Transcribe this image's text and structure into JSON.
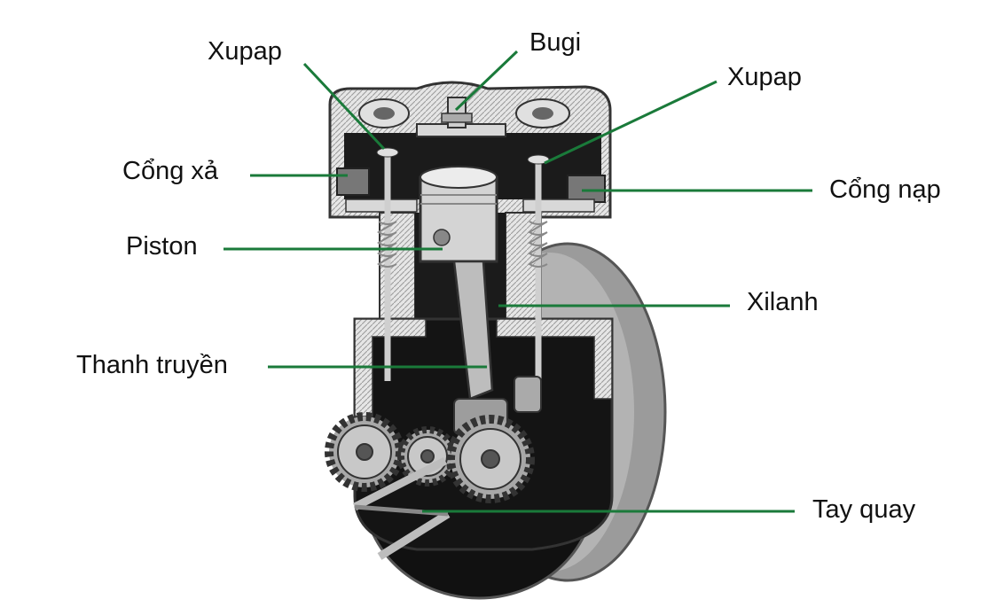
{
  "labels": {
    "xupap_left": "Xupap",
    "bugi": "Bugi",
    "xupap_right": "Xupap",
    "cong_xa": "Cổng xả",
    "cong_nap": "Cổng nạp",
    "piston": "Piston",
    "xilanh": "Xilanh",
    "thanh_truyen": "Thanh truyền",
    "tay_quay": "Tay quay"
  },
  "colors": {
    "leader_line": "#1a7a3a",
    "body_dark": "#141414",
    "metal_light": "#d9d9d9",
    "flywheel": "#8c8c8c"
  }
}
